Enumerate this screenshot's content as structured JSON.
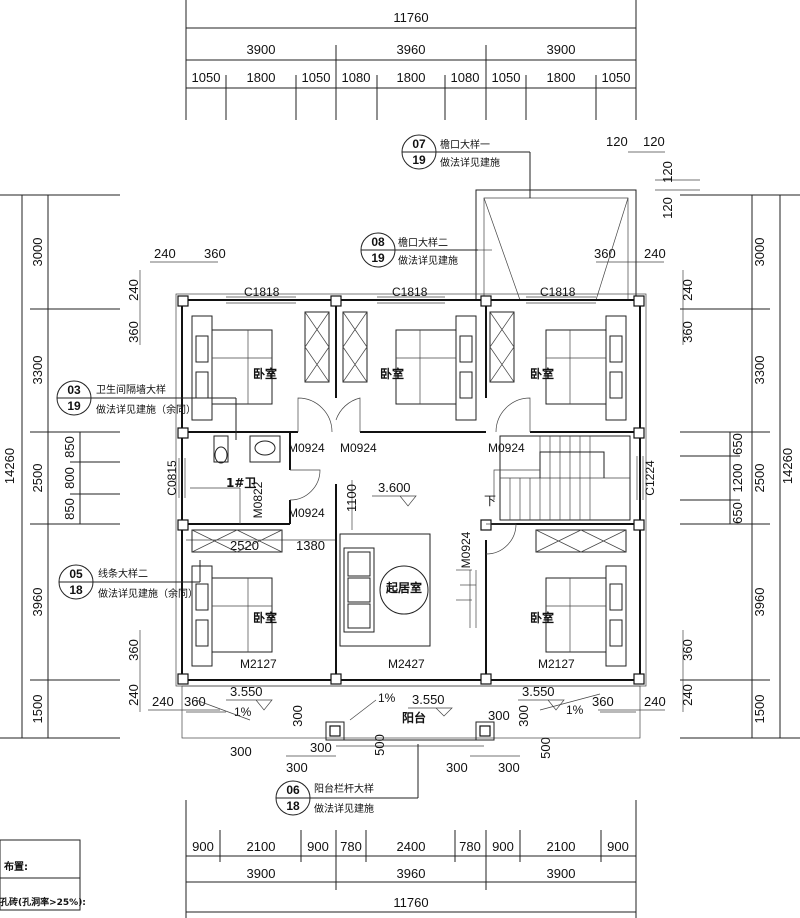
{
  "dimensions": {
    "top_total": "11760",
    "top_spans": [
      "3900",
      "3960",
      "3900"
    ],
    "top_sub": [
      "1050",
      "1800",
      "1050",
      "1080",
      "1800",
      "1080",
      "1050",
      "1800",
      "1050"
    ],
    "bottom_total": "11760",
    "bottom_spans": [
      "3900",
      "3960",
      "3900"
    ],
    "bottom_sub": [
      "900",
      "2100",
      "900",
      "780",
      "2400",
      "780",
      "900",
      "2100",
      "900"
    ],
    "left_total": "14260",
    "left_spans": [
      "3000",
      "3300",
      "2500",
      "3960",
      "1500"
    ],
    "left_sub": [
      "850",
      "800",
      "850"
    ],
    "right_total": "14260",
    "right_spans": [
      "3000",
      "3300",
      "2500",
      "3960",
      "1500"
    ],
    "right_sub": [
      "650",
      "1200",
      "650"
    ],
    "misc": {
      "d120a": "120",
      "d120b": "120",
      "d120c": "120",
      "d120d": "120",
      "d240tl": "240",
      "d360tl": "360",
      "d360tr": "360",
      "d240tr": "240",
      "d240l1": "240",
      "d360l1": "360",
      "d240r1": "240",
      "d360r1": "360",
      "d360l2": "360",
      "d240l2": "240",
      "d360r2": "360",
      "d240r2": "240",
      "d240bl": "240",
      "d360bl": "360",
      "d360br": "360",
      "d240br": "240",
      "d2520": "2520",
      "d1380": "1380",
      "d1100": "1100",
      "d300a": "300",
      "d300b": "300",
      "d300c": "300",
      "d300d": "300",
      "d300e": "300",
      "d300f": "300",
      "d300g": "300",
      "d300h": "300",
      "d500a": "500",
      "d500b": "500"
    }
  },
  "windows": [
    "C1818",
    "C1818",
    "C1818",
    "C0815",
    "C1224"
  ],
  "doors": [
    "M0924",
    "M0924",
    "M0924",
    "M0924",
    "M0924",
    "M2127",
    "M2427",
    "M2127",
    "M0822"
  ],
  "rooms": {
    "bed_tl": "卧室",
    "bed_tm": "卧室",
    "bed_tr": "卧室",
    "bed_bl": "卧室",
    "bed_br": "卧室",
    "bath": "1#卫",
    "living": "起居室",
    "balcony": "阳台"
  },
  "levels": {
    "hall": "3.600",
    "bal_l": "3.550",
    "bal_m": "3.550",
    "bal_r": "3.550",
    "slope_l": "1%",
    "slope_m": "1%",
    "slope_r": "1%",
    "stair_dn": "下"
  },
  "callouts": [
    {
      "num": "07",
      "sheet": "19",
      "line1": "檐口大样一",
      "line2": "做法详见建施"
    },
    {
      "num": "08",
      "sheet": "19",
      "line1": "檐口大样二",
      "line2": "做法详见建施"
    },
    {
      "num": "03",
      "sheet": "19",
      "line1": "卫生间隔墙大样",
      "line2": "做法详见建施（余同）"
    },
    {
      "num": "05",
      "sheet": "18",
      "line1": "线条大样二",
      "line2": "做法详见建施（余同）"
    },
    {
      "num": "06",
      "sheet": "18",
      "line1": "阳台栏杆大样",
      "line2": "做法详见建施"
    }
  ],
  "notes": {
    "line1": "布置:",
    "line2": "孔砖(孔洞率>25%):"
  }
}
